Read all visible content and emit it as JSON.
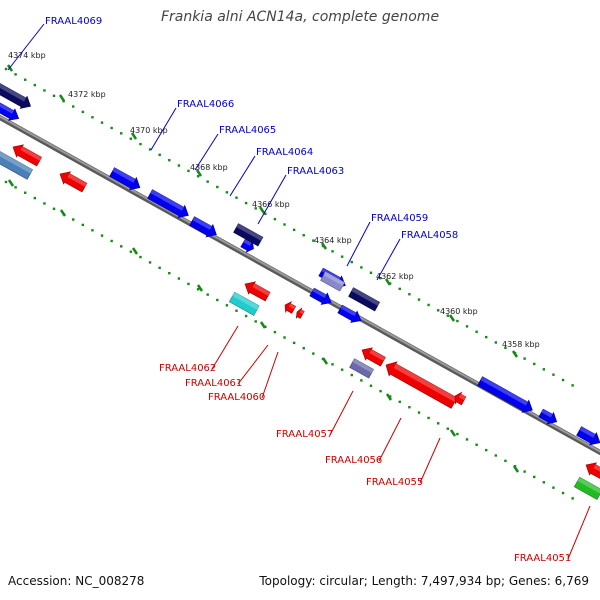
{
  "title": "Frankia alni ACN14a, complete genome",
  "footer": {
    "accession": "Accession: NC_008278",
    "stats": "Topology: circular; Length: 7,497,934 bp; Genes: 6,769"
  },
  "colors": {
    "forward_label": "#0000cc",
    "reverse_label": "#cc0000",
    "tick": "#138a13",
    "backbone": "#7a7a7a"
  },
  "ticks": [
    {
      "label": "4374 kbp"
    },
    {
      "label": "4372 kbp"
    },
    {
      "label": "4370 kbp"
    },
    {
      "label": "4368 kbp"
    },
    {
      "label": "4366 kbp"
    },
    {
      "label": "4364 kbp"
    },
    {
      "label": "4362 kbp"
    },
    {
      "label": "4360 kbp"
    },
    {
      "label": "4358 kbp"
    }
  ],
  "gene_labels": [
    {
      "name": "FRAAL4069",
      "strand": "forward"
    },
    {
      "name": "FRAAL4066",
      "strand": "forward"
    },
    {
      "name": "FRAAL4065",
      "strand": "forward"
    },
    {
      "name": "FRAAL4064",
      "strand": "forward"
    },
    {
      "name": "FRAAL4063",
      "strand": "forward"
    },
    {
      "name": "FRAAL4059",
      "strand": "forward"
    },
    {
      "name": "FRAAL4058",
      "strand": "forward"
    },
    {
      "name": "FRAAL4062",
      "strand": "reverse"
    },
    {
      "name": "FRAAL4061",
      "strand": "reverse"
    },
    {
      "name": "FRAAL4060",
      "strand": "reverse"
    },
    {
      "name": "FRAAL4057",
      "strand": "reverse"
    },
    {
      "name": "FRAAL4056",
      "strand": "reverse"
    },
    {
      "name": "FRAAL4055",
      "strand": "reverse"
    },
    {
      "name": "FRAAL4051",
      "strand": "reverse"
    }
  ],
  "features": [
    {
      "color": "#0a0a5e"
    },
    {
      "color": "#0000ee"
    },
    {
      "color": "#0000ee"
    },
    {
      "color": "#0000ee"
    },
    {
      "color": "#0000ee"
    },
    {
      "color": "#0000ee"
    },
    {
      "color": "#0a0a5e"
    },
    {
      "color": "#0000ee"
    },
    {
      "color": "#8888cc"
    },
    {
      "color": "#0a0a5e"
    },
    {
      "color": "#0000ee"
    },
    {
      "color": "#0000ee"
    },
    {
      "color": "#0000ee"
    },
    {
      "color": "#0000ee"
    },
    {
      "color": "#0000ee"
    },
    {
      "color": "#4a7fb8"
    },
    {
      "color": "#ee0000"
    },
    {
      "color": "#ee0000"
    },
    {
      "color": "#ee0000"
    },
    {
      "color": "#22cccc"
    },
    {
      "color": "#ee0000"
    },
    {
      "color": "#ee0000"
    },
    {
      "color": "#ee0000"
    },
    {
      "color": "#6a6aaa"
    },
    {
      "color": "#ee0000"
    },
    {
      "color": "#ee0000"
    },
    {
      "color": "#ee0000"
    },
    {
      "color": "#22bb22"
    }
  ]
}
